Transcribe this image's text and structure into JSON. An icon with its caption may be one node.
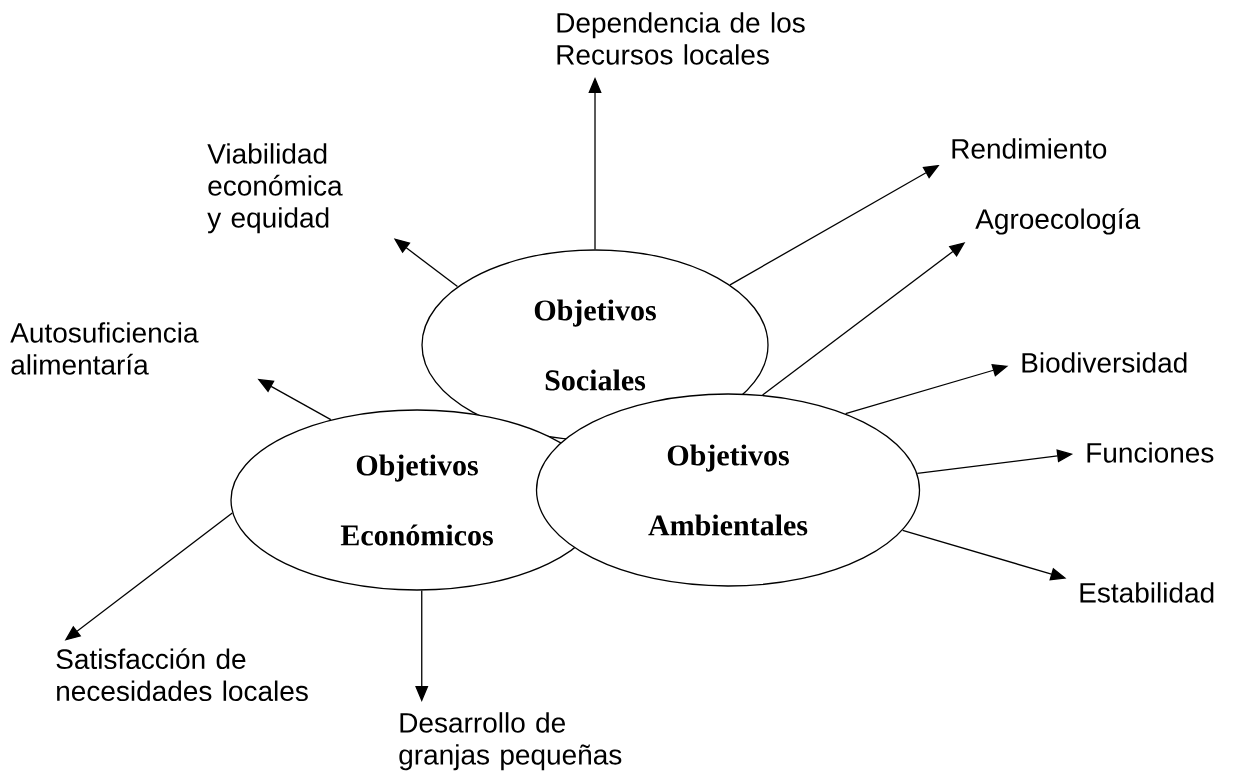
{
  "diagram": {
    "nodes": [
      {
        "text": [
          "Objetivos Sociales"
        ]
      },
      {
        "text": [
          "Objetivos Económicos"
        ]
      },
      {
        "text": [
          "Objetivos Ambientales"
        ]
      },
      {
        "text": [
          "Dependencia de los Recursos locales"
        ]
      },
      {
        "text": [
          "Rendimiento"
        ]
      },
      {
        "text": [
          "Viabilidad económica y equidad"
        ]
      },
      {
        "text": [
          "Agroecología"
        ]
      },
      {
        "text": [
          "Autosuficiencia alimentaría"
        ]
      },
      {
        "text": [
          "Biodiversidad"
        ]
      },
      {
        "text": [
          "Funciones"
        ]
      },
      {
        "text": [
          "Satisfacción de necesidades locales"
        ]
      },
      {
        "text": [
          "Estabilidad"
        ]
      },
      {
        "text": [
          "Desarrollo de granjas pequeñas"
        ]
      }
    ],
    "edges": [
      {
        "from": 0,
        "to": 3,
        "arrow": "to"
      },
      {
        "from": 0,
        "to": 4,
        "arrow": "to"
      },
      {
        "from": 0,
        "to": 5,
        "arrow": "to"
      },
      {
        "from": 2,
        "to": 6,
        "arrow": "to"
      },
      {
        "from": 1,
        "to": 7,
        "arrow": "to"
      },
      {
        "from": 2,
        "to": 8,
        "arrow": "to"
      },
      {
        "from": 2,
        "to": 9,
        "arrow": "to"
      },
      {
        "from": 1,
        "to": 10,
        "arrow": "to"
      },
      {
        "from": 2,
        "to": 11,
        "arrow": "to"
      },
      {
        "from": 1,
        "to": 12,
        "arrow": "to"
      }
    ]
  }
}
